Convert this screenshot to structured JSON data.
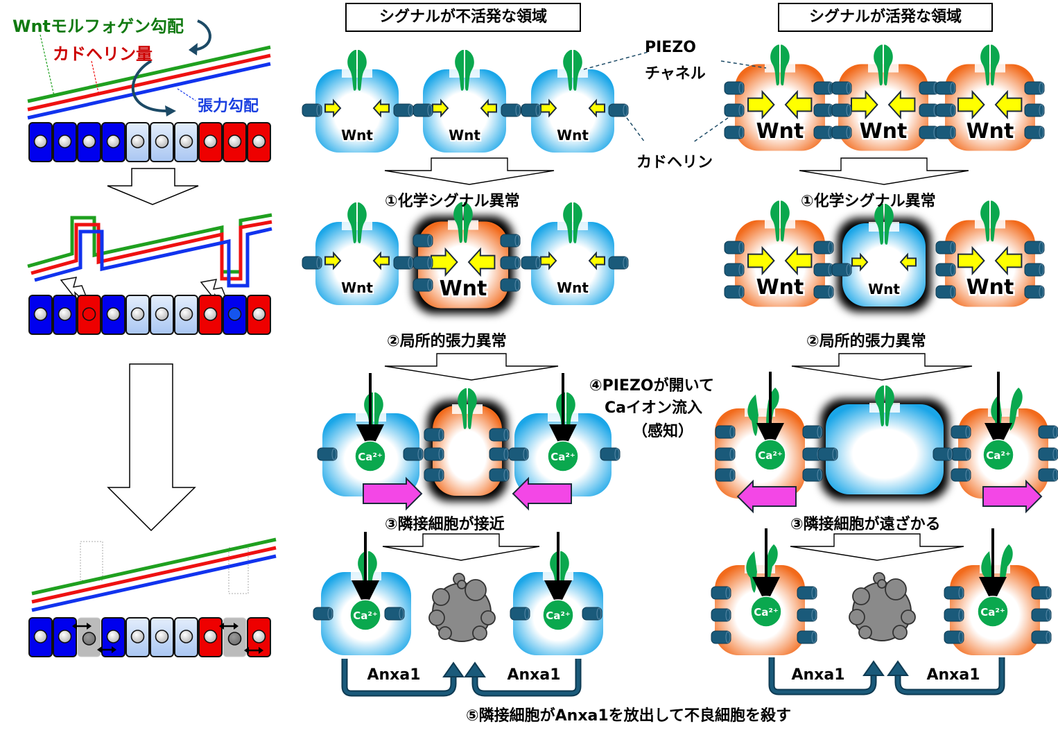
{
  "left_panel": {
    "wnt_gradient_label": "Wntモルフォゲン勾配",
    "cadherin_label": "カドヘリン量",
    "tension_label": "張力勾配",
    "colors": {
      "wnt": "#1fa01f",
      "cadherin": "#ee1111",
      "tension": "#1133ee",
      "cell_blue": "#0000ee",
      "cell_light": "#c8dcf8",
      "cell_red": "#ee0000",
      "cell_dead": "#bbbbbb"
    },
    "row1_cells": [
      "blue",
      "blue",
      "blue",
      "blue",
      "light",
      "light",
      "light",
      "red",
      "red",
      "red"
    ],
    "row2_cells": [
      "blue",
      "blue",
      "red",
      "blue",
      "light",
      "light",
      "light",
      "red",
      "blue",
      "red"
    ],
    "row3_cells": [
      "blue",
      "blue",
      "dead",
      "blue",
      "light",
      "light",
      "light",
      "red",
      "dead",
      "red"
    ]
  },
  "inactive_region": {
    "title": "シグナルが不活発な領域",
    "wnt_label": "Wnt",
    "step1": "①化学シグナル異常",
    "step2": "②局所的張力異常",
    "step3": "③隣接細胞が接近",
    "ca_label": "Ca²⁺",
    "anxa_label": "Anxa1"
  },
  "active_region": {
    "title": "シグナルが活発な領域",
    "wnt_label": "Wnt",
    "step1": "①化学シグナル異常",
    "step2": "②局所的張力異常",
    "step3": "③隣接細胞が遠ざかる",
    "ca_label": "Ca²⁺",
    "anxa_label": "Anxa1"
  },
  "annotations": {
    "piezo_line1": "PIEZO",
    "piezo_line2": "チャネル",
    "cadherin": "カドヘリン",
    "step4_line1": "④PIEZOが開いて",
    "step4_line2": "Caイオン流入",
    "step4_line3": "（感知）",
    "step5": "⑤隣接細胞がAnxa1を放出して不良細胞を殺す"
  }
}
